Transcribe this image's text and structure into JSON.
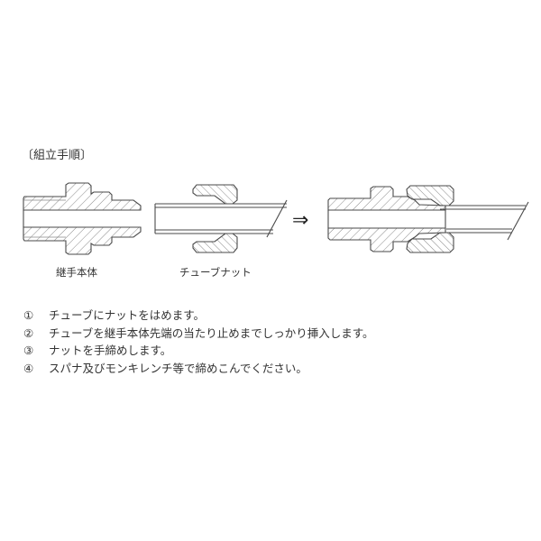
{
  "section_title": "〔組立手順〕",
  "parts": {
    "fitting_body_label": "継手本体",
    "tube_nut_label": "チューブナット"
  },
  "arrow": "⇒",
  "steps": [
    {
      "num": "①",
      "text": "チューブにナットをはめます。"
    },
    {
      "num": "②",
      "text": "チューブを継手本体先端の当たり止めまでしっかり挿入します。"
    },
    {
      "num": "③",
      "text": "ナットを手締めします。"
    },
    {
      "num": "④",
      "text": "スパナ及びモンキレンチ等で締めこんでください。"
    }
  ],
  "colors": {
    "line": "#4a4a4a",
    "hatch": "#8a8a8a",
    "text": "#333333"
  }
}
